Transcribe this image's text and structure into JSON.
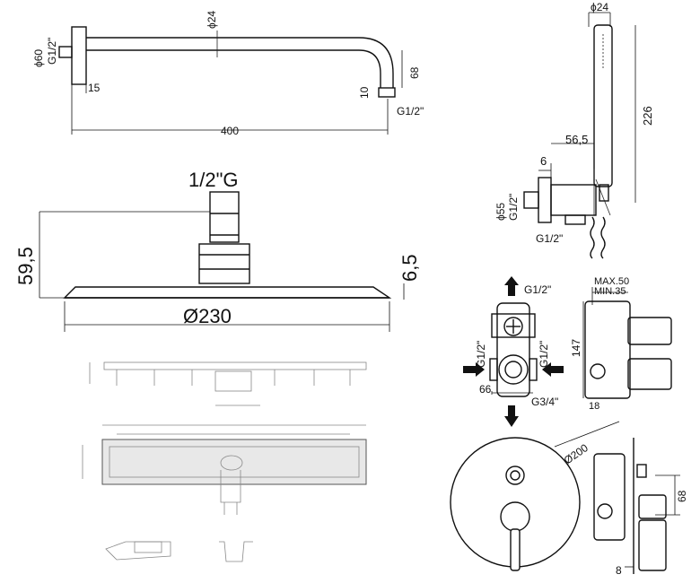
{
  "shower_arm": {
    "dia_flange": "ϕ60",
    "thread_left": "G1/2\"",
    "dia_pipe": "ϕ24",
    "flange_depth": "15",
    "drop": "68",
    "nozzle": "10",
    "thread_right": "G1/2\"",
    "length": "400"
  },
  "hand_shower": {
    "dia": "ϕ24",
    "length": "226",
    "offset": "56,5",
    "depth": "6",
    "elbow_dia": "ϕ55",
    "thread_vertical": "G1/2\"",
    "thread_bottom": "G1/2\""
  },
  "head_shower": {
    "connection": "1/2\"G",
    "height": "59,5",
    "thickness": "6,5",
    "diameter": "Ø230"
  },
  "valve_body": {
    "top": "G1/2\"",
    "left": "G1/2\"",
    "right": "G1/2\"",
    "width": "66",
    "bottom": "G3/4\"",
    "height": "147",
    "max": "MAX.50",
    "min": "MIN.35",
    "base": "18"
  },
  "mixer": {
    "plate_dia": "Ø200",
    "offset": "68",
    "depth": "8"
  }
}
